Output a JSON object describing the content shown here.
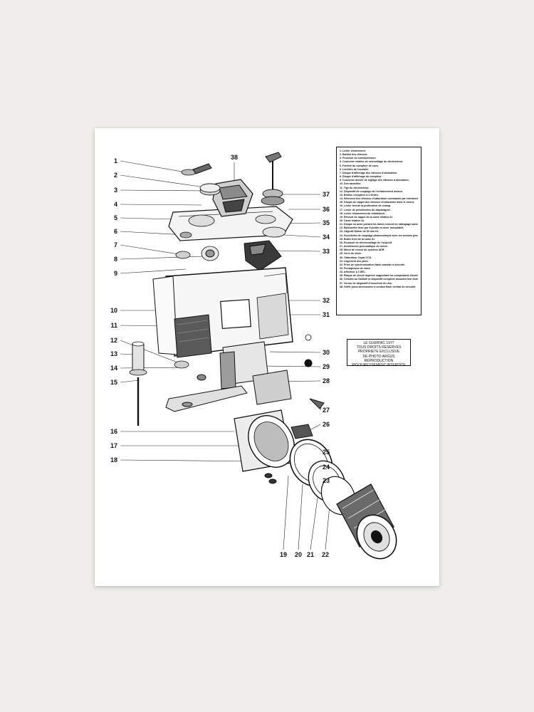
{
  "legend": [
    "1. Levier d'armement.",
    "2. Barillet des vitesses.",
    "3. Poussoir du surimpression.",
    "4. Couronne relative de verrouillage du déclencheur.",
    "5. Fenêtre du compteur de vues.",
    "6. Lentilles de l'oculaire.",
    "7. Disque d'affichage des vitesses d'obturation.",
    "8. Disque d'affichage du compteur.",
    "9. Couronne dentée de réglage des vitesses d'obturation.",
    "10. Dos amovible.",
    "11. Tige du déclencheur.",
    "12. Dispositif de couplage de l'entraînement moteur.",
    "13. Bobine réceptrice à 4 fentes.",
    "14. Sélecteur des vitesses d'obturation commandé par entraînement mécanique.",
    "15. Disque de rappel des vitesses d'obturation dans le viseur.",
    "16. Levier test de la profondeur de champ.",
    "17. Levier de présélection du diaphragme.",
    "18. Levier d'armement du retardateur.",
    "19. Ressort de rappel de la came relative AI.",
    "20. Came relative AI.",
    "21. Disque en acier portant les lames ressort de rattrapage automatique du jeu de la baïonnette.",
    "22. Baïonnette fixée par 5 points en acier inoxydable.",
    "23. Objectif Nikkor de 50 mm f/2.",
    "24. Fourchette de couplage photométrique avec les anciens posemètres.",
    "25. Butée frein de la came AI.",
    "26. Poussoir de déverrouillage de l'objectif.",
    "27. Amortisseur pneumatique du miroir.",
    "28. Miroir de renvoi du système ADR.",
    "29. Verre de visée.",
    "30. Obturateur Copal CCS.",
    "31. Logement des piles.",
    "32. Prise de synchronisation flash coaxiale à sécurité.",
    "33. Pentaprisme de visée.",
    "34. Afficheur à 3 DEL.",
    "35. Plaque de circuit imprimé supportant les composants électroniques.",
    "36. Cellules au Gallium et dispositif complexe assurant leur illumination.",
    "37. Verrou de dispositif d'ouverture du dos.",
    "38. Griffe porte-accessoires à contact flash central de sécurité."
  ],
  "copyright": [
    "LE GUERNIC 1977",
    "TOUS DROITS RESERVES",
    "PROPRIETE EXCLUSIVE",
    "DE PHOTO ARGUS",
    "REPRODUCTION",
    "RIGOUREUSEMENT INTERDITE"
  ],
  "callouts": {
    "left": [
      "1",
      "2",
      "3",
      "4",
      "5",
      "6",
      "7",
      "8",
      "9",
      "10",
      "11",
      "12",
      "13",
      "14",
      "15",
      "16",
      "17",
      "18"
    ],
    "right": [
      "37",
      "36",
      "35",
      "34",
      "33",
      "32",
      "31",
      "30",
      "29",
      "28",
      "27",
      "26",
      "25",
      "24",
      "23"
    ],
    "top": "38",
    "bottom": [
      "19",
      "20",
      "21",
      "22"
    ]
  },
  "colors": {
    "wall": "#efeeea",
    "paper": "#ffffff",
    "ink": "#111111"
  }
}
